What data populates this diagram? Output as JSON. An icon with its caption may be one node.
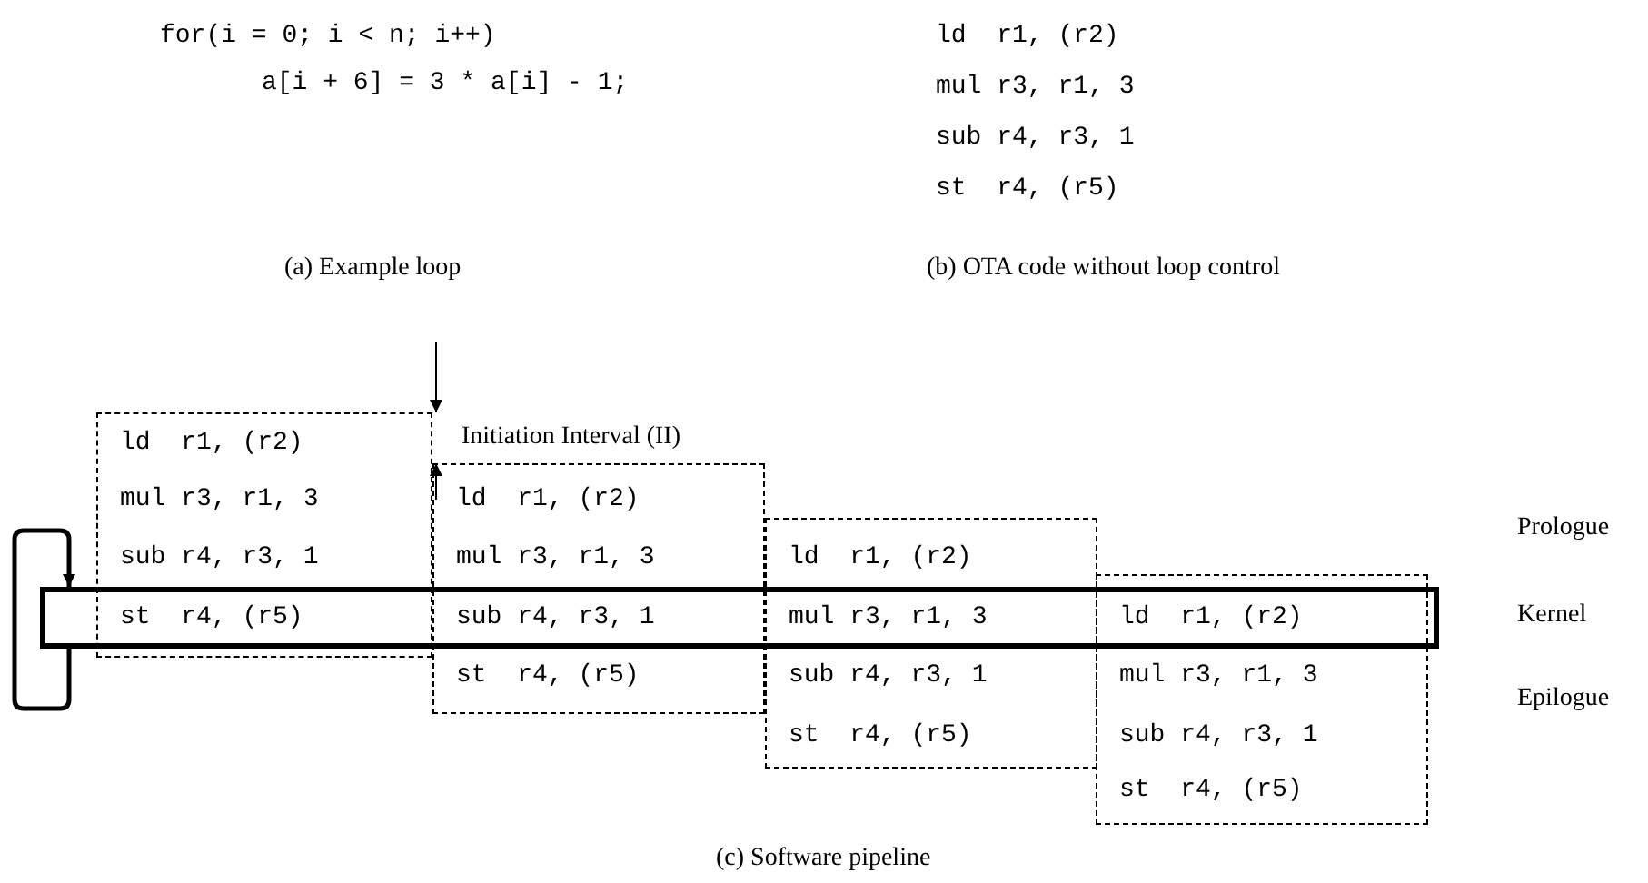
{
  "diagram": {
    "nodes": [
      {
        "text": [
          "ld  r1, (r2)",
          "mul r3, r1, 3",
          "sub r4, r3, 1",
          "st  r4, (r5)"
        ]
      },
      {
        "text": [
          "ld  r1, (r2)",
          "mul r3, r1, 3",
          "sub r4, r3, 1",
          "st  r4, (r5)"
        ]
      },
      {
        "text": [
          "ld  r1, (r2)",
          "mul r3, r1, 3",
          "sub r4, r3, 1",
          "st  r4, (r5)"
        ]
      },
      {
        "text": [
          "ld  r1, (r2)",
          "mul r3, r1, 3",
          "sub r4, r3, 1",
          "st  r4, (r5)"
        ]
      },
      {
        "text": [],
        "shape": "box"
      }
    ],
    "edges": [
      {
        "from": 4,
        "to": 4,
        "arrow": "to"
      }
    ],
    "labels": [
      "for(i = 0; i < n; i++)",
      "a[i + 6] = 3 * a[i] - 1;",
      "ld  r1, (r2)",
      "mul r3, r1, 3",
      "sub r4, r3, 1",
      "st  r4, (r5)",
      "(a) Example loop",
      "(b) OTA code without loop control",
      "Initiation Interval (II)",
      "Prologue",
      "Kernel",
      "Epilogue",
      "(c) Software pipeline"
    ]
  }
}
